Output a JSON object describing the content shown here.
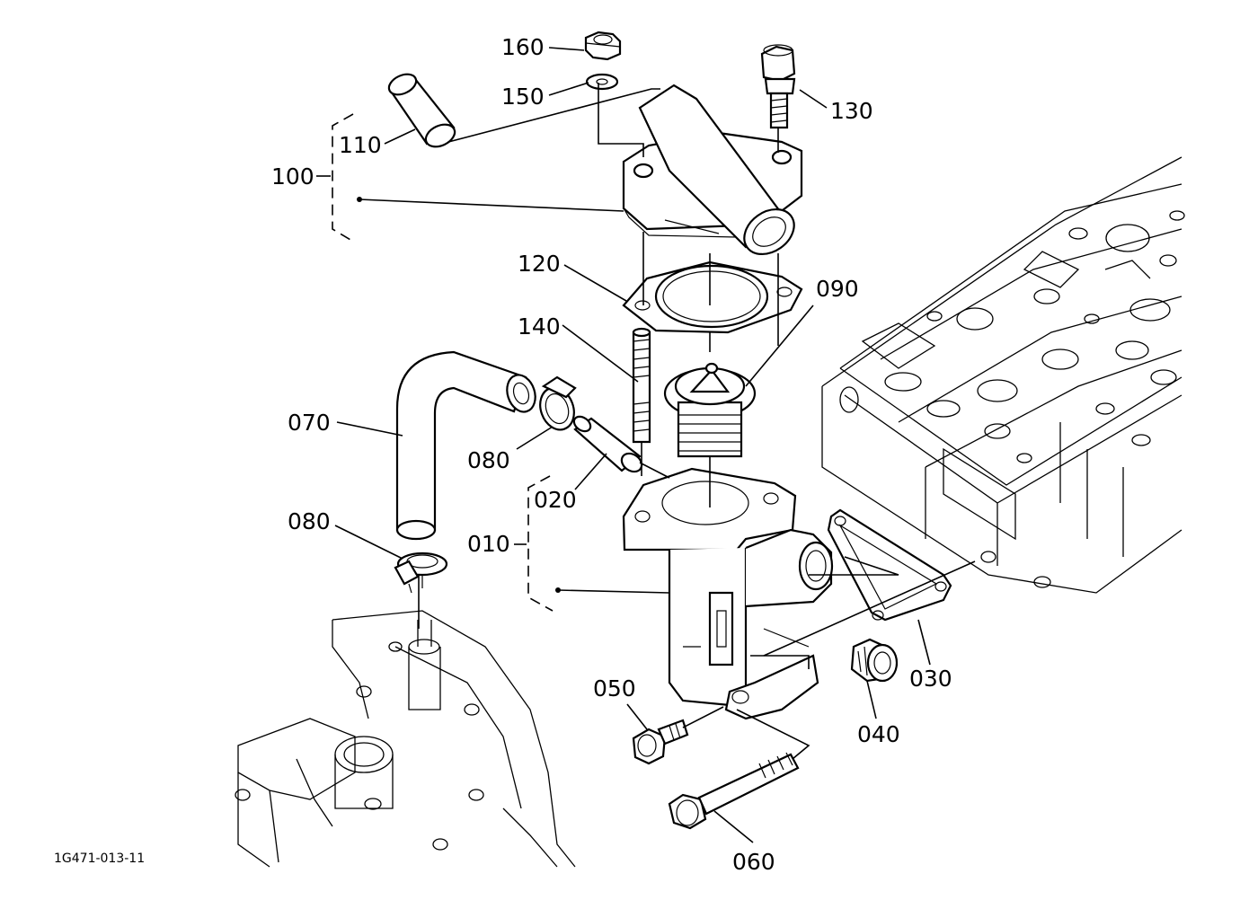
{
  "drawing_code": "1G471-013-11",
  "labels": {
    "p160": "160",
    "p150": "150",
    "p130": "130",
    "p110": "110",
    "p100": "100",
    "p120": "120",
    "p090": "090",
    "p140": "140",
    "p070": "070",
    "p080a": "080",
    "p020": "020",
    "p010": "010",
    "p080b": "080",
    "p050": "050",
    "p030": "030",
    "p040": "040",
    "p060": "060"
  }
}
